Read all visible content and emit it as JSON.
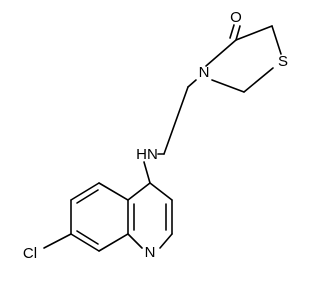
{
  "structure": {
    "atoms": {
      "carbonyl_oxygen": "O",
      "thiazolidine_nitrogen": "N",
      "sulfur": "S",
      "amine": "HN",
      "quinoline_nitrogen": "N",
      "chlorine": "Cl"
    }
  },
  "colors": {
    "bond": "#000000",
    "label": "#000000",
    "background": "#ffffff"
  }
}
